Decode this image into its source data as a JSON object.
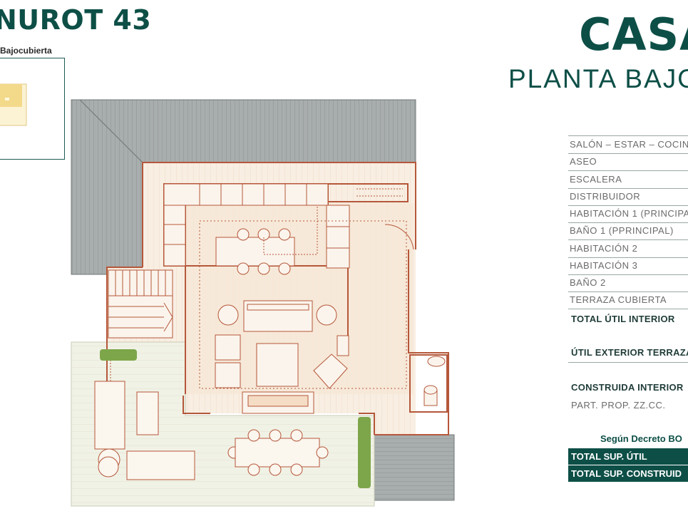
{
  "header": {
    "title_left": "NUROT 43",
    "thumb_label": "Bajocubierta",
    "title_right": "CASA",
    "subtitle_right": "PLANTA BAJO"
  },
  "rooms": [
    "SALÓN – ESTAR – COCIN",
    "ASEO",
    "ESCALERA",
    "DISTRIBUIDOR",
    "HABITACIÓN 1 (PRINCIPA",
    "BAÑO 1 (PPRINCIPAL)",
    "HABITACIÓN 2",
    "HABITACIÓN 3",
    "BAÑO 2",
    "TERRAZA CUBIERTA"
  ],
  "totals": {
    "util_interior": "TOTAL ÚTIL INTERIOR",
    "util_exterior": "ÚTIL EXTERIOR TERRAZA",
    "construida_interior": "CONSTRUIDA INTERIOR",
    "part_prop": "PART. PROP. ZZ.CC."
  },
  "decreto": "Según Decreto BO",
  "summary": {
    "sup_util": "TOTAL SUP. ÚTIL",
    "sup_construida": "TOTAL SUP. CONSTRUID"
  },
  "colors": {
    "brand": "#0d4f47",
    "wall": "#b5573a",
    "floor": "#f7ece0",
    "roof": "#9aa0a0",
    "terrace": "#eef1e4",
    "plant": "#7da64a"
  }
}
